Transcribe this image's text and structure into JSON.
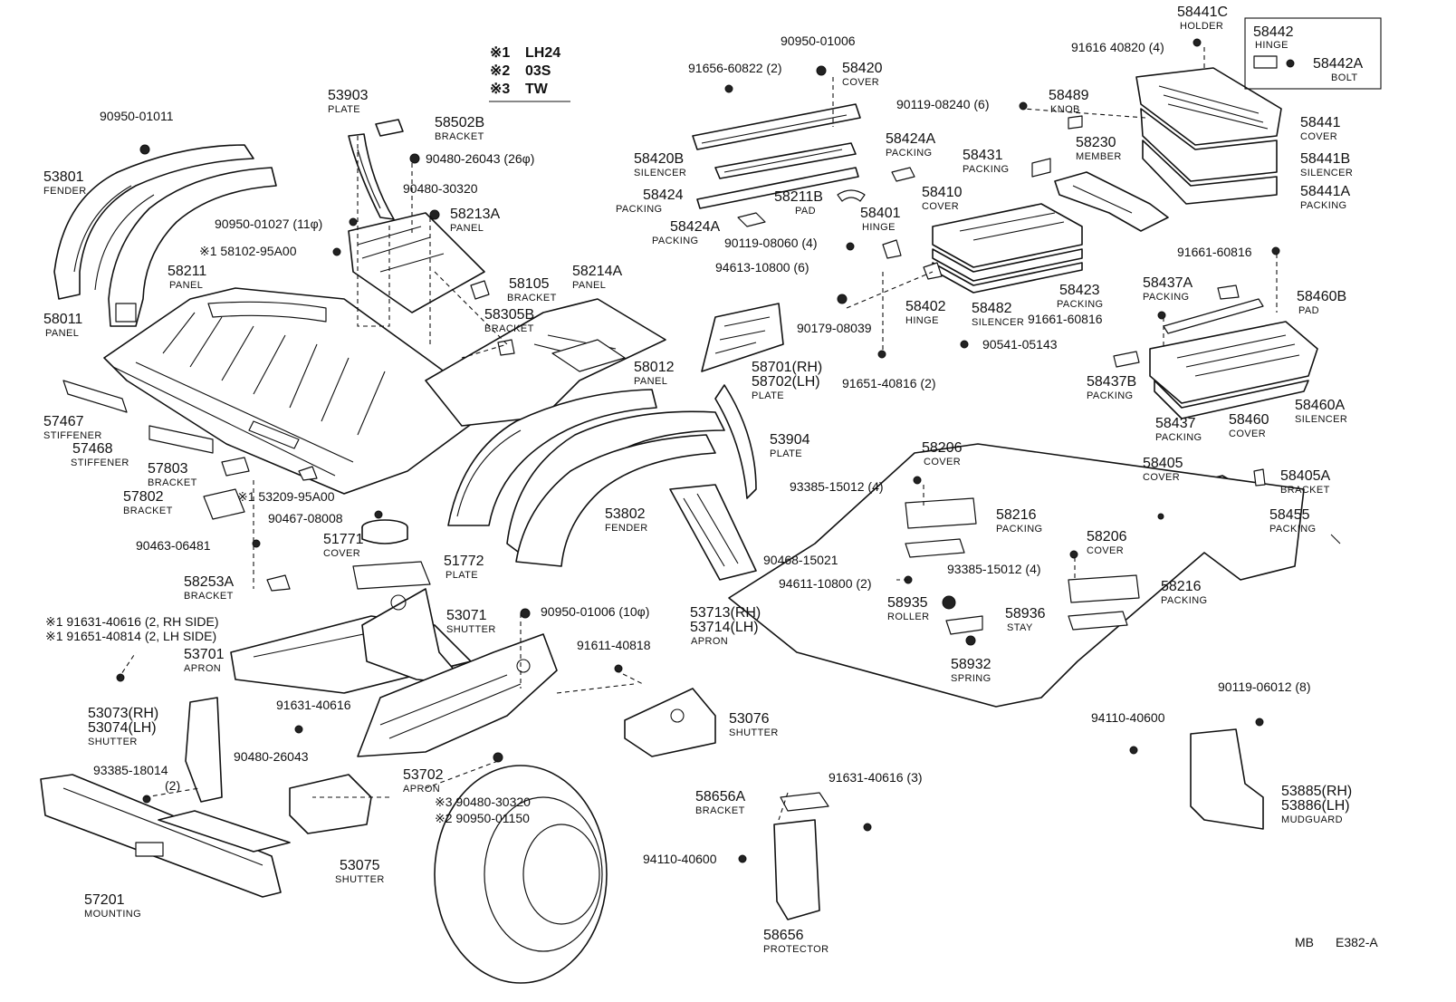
{
  "legend": [
    {
      "mark": "※1",
      "text": "LH24"
    },
    {
      "mark": "※2",
      "text": "03S"
    },
    {
      "mark": "※3",
      "text": "TW"
    }
  ],
  "footer": {
    "left": "MB",
    "right": "E382-A"
  },
  "parts": [
    {
      "id": "p0",
      "num": "90950-01011",
      "name": ""
    },
    {
      "id": "p1",
      "num": "53801",
      "name": "FENDER"
    },
    {
      "id": "p2",
      "num": "58011",
      "name": "PANEL"
    },
    {
      "id": "p3",
      "num": "53903",
      "name": "PLATE"
    },
    {
      "id": "p4",
      "num": "58502B",
      "name": "BRACKET"
    },
    {
      "id": "p5",
      "num": "90480-26043 (26φ)",
      "name": ""
    },
    {
      "id": "p6",
      "num": "90480-30320",
      "name": ""
    },
    {
      "id": "p7",
      "num": "90950-01027 (11φ)",
      "name": ""
    },
    {
      "id": "p8",
      "num": "58213A",
      "name": "PANEL"
    },
    {
      "id": "p9",
      "num": "※1 58102-95A00",
      "name": ""
    },
    {
      "id": "p10",
      "num": "58105",
      "name": "BRACKET"
    },
    {
      "id": "p11",
      "num": "58211",
      "name": "PANEL"
    },
    {
      "id": "p12",
      "num": "58214A",
      "name": "PANEL"
    },
    {
      "id": "p13",
      "num": "58305B",
      "name": "BRACKET"
    },
    {
      "id": "p14",
      "num": "57467",
      "name": "STIFFENER"
    },
    {
      "id": "p15",
      "num": "57468",
      "name": "STIFFENER"
    },
    {
      "id": "p16",
      "num": "57803",
      "name": "BRACKET"
    },
    {
      "id": "p17",
      "num": "※1 53209-95A00",
      "name": ""
    },
    {
      "id": "p18",
      "num": "57802",
      "name": "BRACKET"
    },
    {
      "id": "p19",
      "num": "90467-08008",
      "name": ""
    },
    {
      "id": "p20",
      "num": "90463-06481",
      "name": ""
    },
    {
      "id": "p21",
      "num": "51771",
      "name": "COVER"
    },
    {
      "id": "p22",
      "num": "58253A",
      "name": "BRACKET"
    },
    {
      "id": "p23",
      "num": "51772",
      "name": "PLATE"
    },
    {
      "id": "p24",
      "num": "58012",
      "name": "PANEL"
    },
    {
      "id": "p25",
      "num": "53904",
      "name": "PLATE"
    },
    {
      "id": "p26",
      "num": "53802",
      "name": "FENDER"
    },
    {
      "id": "p27",
      "num": "58701(RH)",
      "name": ""
    },
    {
      "id": "p28",
      "num": "58702(LH)",
      "name": "PLATE"
    },
    {
      "id": "p29",
      "num": "90950-01006",
      "name": ""
    },
    {
      "id": "p30",
      "num": "91656-60822 (2)",
      "name": ""
    },
    {
      "id": "p31",
      "num": "58420",
      "name": "COVER"
    },
    {
      "id": "p32",
      "num": "58420B",
      "name": "SILENCER"
    },
    {
      "id": "p33",
      "num": "58424",
      "name": "PACKING"
    },
    {
      "id": "p34",
      "num": "58424A",
      "name": "PACKING"
    },
    {
      "id": "p35",
      "num": "58211B",
      "name": "PAD"
    },
    {
      "id": "p36",
      "num": "58424A",
      "name": "PACKING"
    },
    {
      "id": "p37",
      "num": "90119-08060 (4)",
      "name": ""
    },
    {
      "id": "p38",
      "num": "94613-10800 (6)",
      "name": ""
    },
    {
      "id": "p39",
      "num": "58401",
      "name": "HINGE"
    },
    {
      "id": "p40",
      "num": "58410",
      "name": "COVER"
    },
    {
      "id": "p41",
      "num": "58402",
      "name": "HINGE"
    },
    {
      "id": "p42",
      "num": "58482",
      "name": "SILENCER"
    },
    {
      "id": "p43",
      "num": "58423",
      "name": "PACKING"
    },
    {
      "id": "p44",
      "num": "90179-08039",
      "name": ""
    },
    {
      "id": "p45",
      "num": "90541-05143",
      "name": ""
    },
    {
      "id": "p46",
      "num": "91651-40816 (2)",
      "name": ""
    },
    {
      "id": "p47",
      "num": "90119-08240 (6)",
      "name": ""
    },
    {
      "id": "p48",
      "num": "58489",
      "name": "KNOB"
    },
    {
      "id": "p49",
      "num": "58431",
      "name": "PACKING"
    },
    {
      "id": "p50",
      "num": "58230",
      "name": "MEMBER"
    },
    {
      "id": "p51",
      "num": "58441C",
      "name": "HOLDER"
    },
    {
      "id": "p52",
      "num": "91616 40820 (4)",
      "name": ""
    },
    {
      "id": "p53",
      "num": "58442",
      "name": "HINGE"
    },
    {
      "id": "p54",
      "num": "58442A",
      "name": "BOLT"
    },
    {
      "id": "p55",
      "num": "58441",
      "name": "COVER"
    },
    {
      "id": "p56",
      "num": "58441B",
      "name": "SILENCER"
    },
    {
      "id": "p57",
      "num": "58441A",
      "name": "PACKING"
    },
    {
      "id": "p58",
      "num": "91661-60816",
      "name": ""
    },
    {
      "id": "p59",
      "num": "58437A",
      "name": "PACKING"
    },
    {
      "id": "p60",
      "num": "58460B",
      "name": "PAD"
    },
    {
      "id": "p61",
      "num": "91661-60816",
      "name": ""
    },
    {
      "id": "p62",
      "num": "58437B",
      "name": "PACKING"
    },
    {
      "id": "p63",
      "num": "58437",
      "name": "PACKING"
    },
    {
      "id": "p64",
      "num": "58460",
      "name": "COVER"
    },
    {
      "id": "p65",
      "num": "58460A",
      "name": "SILENCER"
    },
    {
      "id": "p66",
      "num": "58206",
      "name": "COVER"
    },
    {
      "id": "p67",
      "num": "93385-15012 (4)",
      "name": ""
    },
    {
      "id": "p68",
      "num": "58216",
      "name": "PACKING"
    },
    {
      "id": "p69",
      "num": "58405",
      "name": "COVER"
    },
    {
      "id": "p70",
      "num": "58405A",
      "name": "BRACKET"
    },
    {
      "id": "p71",
      "num": "58455",
      "name": "PACKING"
    },
    {
      "id": "p72",
      "num": "58206",
      "name": "COVER"
    },
    {
      "id": "p73",
      "num": "93385-15012 (4)",
      "name": ""
    },
    {
      "id": "p74",
      "num": "58216",
      "name": "PACKING"
    },
    {
      "id": "p75",
      "num": "90468-15021",
      "name": ""
    },
    {
      "id": "p76",
      "num": "94611-10800 (2)",
      "name": ""
    },
    {
      "id": "p77",
      "num": "58935",
      "name": "ROLLER"
    },
    {
      "id": "p78",
      "num": "58936",
      "name": "STAY"
    },
    {
      "id": "p79",
      "num": "58932",
      "name": "SPRING"
    },
    {
      "id": "p80",
      "num": "53713(RH)",
      "name": ""
    },
    {
      "id": "p81",
      "num": "53714(LH)",
      "name": "APRON"
    },
    {
      "id": "p82",
      "num": "90950-01006 (10φ)",
      "name": ""
    },
    {
      "id": "p83",
      "num": "53071",
      "name": "SHUTTER"
    },
    {
      "id": "p84",
      "num": "※1 91631-40616 (2, RH SIDE)",
      "name": ""
    },
    {
      "id": "p85",
      "num": "※1 91651-40814 (2, LH SIDE)",
      "name": ""
    },
    {
      "id": "p86",
      "num": "53701",
      "name": "APRON"
    },
    {
      "id": "p87",
      "num": "91631-40616",
      "name": ""
    },
    {
      "id": "p88",
      "num": "90480-26043",
      "name": ""
    },
    {
      "id": "p89",
      "num": "53073(RH)",
      "name": ""
    },
    {
      "id": "p90",
      "num": "53074(LH)",
      "name": "SHUTTER"
    },
    {
      "id": "p91",
      "num": "93385-18014",
      "name": "(2)"
    },
    {
      "id": "p92",
      "num": "91611-40818",
      "name": ""
    },
    {
      "id": "p93",
      "num": "53076",
      "name": "SHUTTER"
    },
    {
      "id": "p94",
      "num": "53702",
      "name": "APRON"
    },
    {
      "id": "p95",
      "num": "※3 90480-30320",
      "name": ""
    },
    {
      "id": "p96",
      "num": "※2 90950-01150",
      "name": ""
    },
    {
      "id": "p97",
      "num": "53075",
      "name": "SHUTTER"
    },
    {
      "id": "p98",
      "num": "57201",
      "name": "MOUNTING"
    },
    {
      "id": "p99",
      "num": "58656A",
      "name": "BRACKET"
    },
    {
      "id": "p100",
      "num": "91631-40616 (3)",
      "name": ""
    },
    {
      "id": "p101",
      "num": "94110-40600",
      "name": ""
    },
    {
      "id": "p102",
      "num": "58656",
      "name": "PROTECTOR"
    },
    {
      "id": "p103",
      "num": "90119-06012 (8)",
      "name": ""
    },
    {
      "id": "p104",
      "num": "94110-40600",
      "name": ""
    },
    {
      "id": "p105",
      "num": "53885(RH)",
      "name": ""
    },
    {
      "id": "p106",
      "num": "53886(LH)",
      "name": "MUDGUARD"
    }
  ]
}
